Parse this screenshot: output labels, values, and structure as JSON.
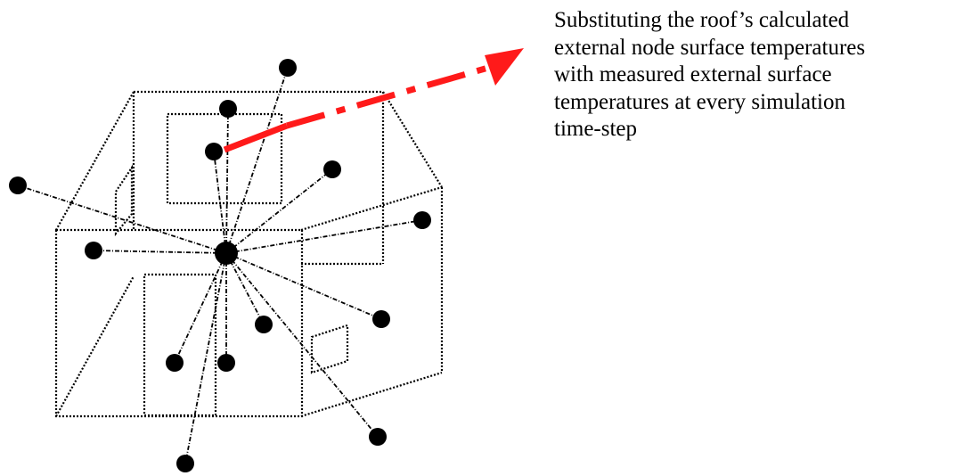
{
  "caption": {
    "lines": [
      "Substituting the roof’s calculated",
      "external node surface temperatures",
      "with measured external surface",
      "temperatures at every simulation",
      "time-step"
    ]
  },
  "colors": {
    "ink": "#000000",
    "arrow": "#ff1a1a",
    "background": "#ffffff"
  },
  "icons": {
    "central_node": "filled-circle",
    "surface_nodes": "filled-circle",
    "arrow_head": "triangle"
  }
}
